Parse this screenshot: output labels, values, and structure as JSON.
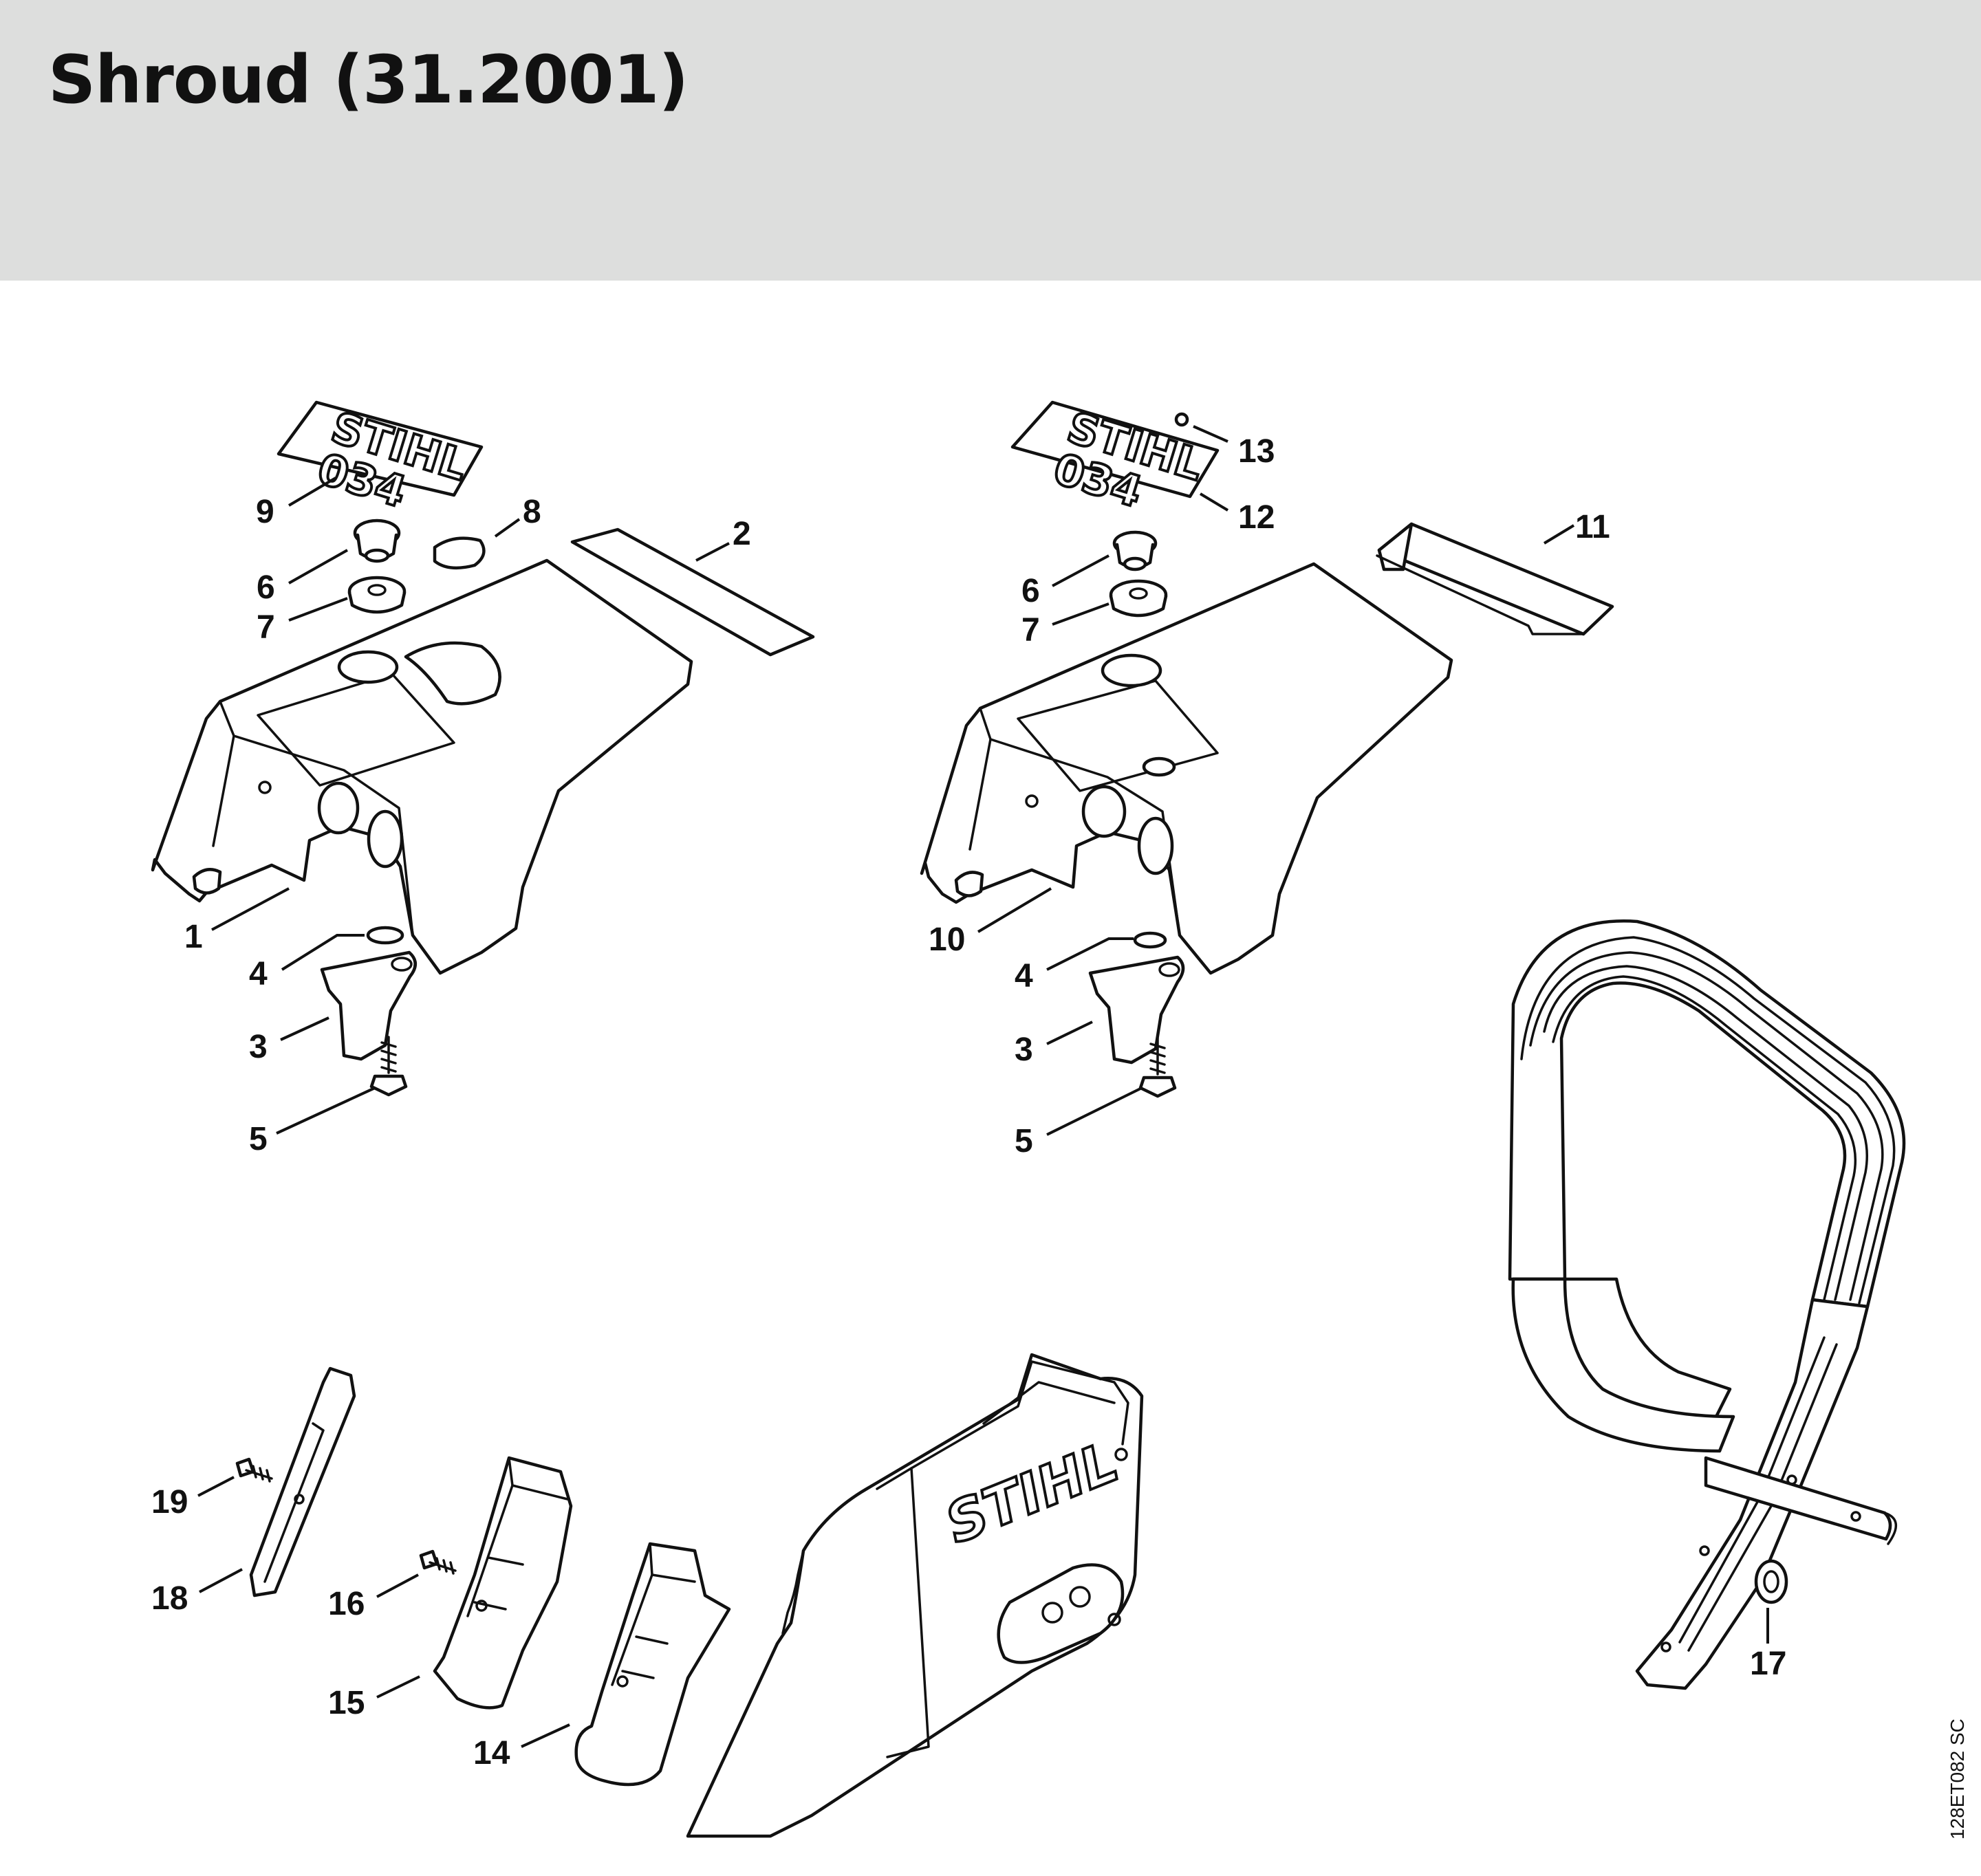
{
  "title": "Shroud (31.2001)",
  "drawing_ref": "128ET082 SC",
  "decal": {
    "line1": "STIHL",
    "line2": "034"
  },
  "cover_brand": "STIHL",
  "callouts": {
    "left": [
      "9",
      "8",
      "2",
      "6",
      "7",
      "1",
      "4",
      "3",
      "5"
    ],
    "right": [
      "13",
      "12",
      "11",
      "6",
      "7",
      "10",
      "4",
      "3",
      "5"
    ],
    "lower": [
      "19",
      "18",
      "16",
      "15",
      "14",
      "17"
    ]
  }
}
